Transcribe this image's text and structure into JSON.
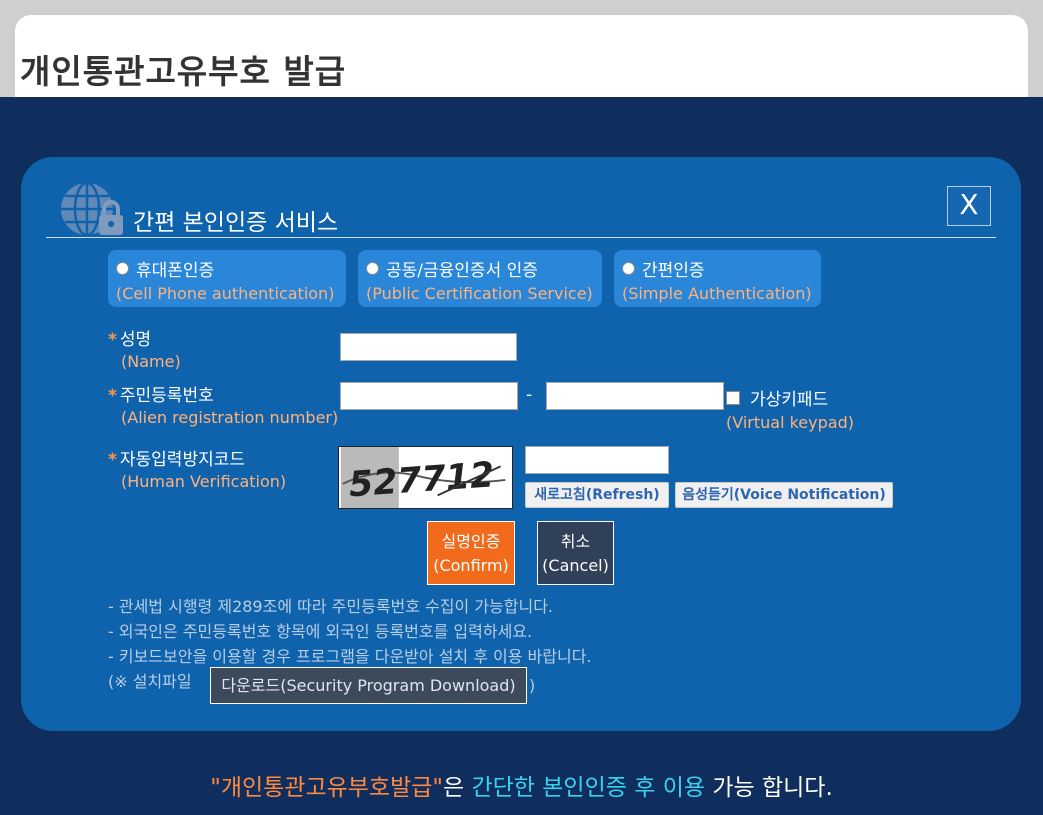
{
  "page": {
    "title": "개인통관고유부호 발급"
  },
  "modal": {
    "title": "간편 본인인증 서비스",
    "close_label": "X",
    "auth_tabs": [
      {
        "label": "휴대폰인증",
        "sublabel": "(Cell Phone authentication)"
      },
      {
        "label": "공동/금융인증서 인증",
        "sublabel": "(Public Certification Service)"
      },
      {
        "label": "간편인증",
        "sublabel": "(Simple Authentication)"
      }
    ],
    "fields": {
      "name": {
        "label": "성명",
        "sublabel": "(Name)",
        "value": ""
      },
      "alien_reg": {
        "label": "주민등록번호",
        "sublabel": "(Alien registration number)",
        "value_front": "",
        "value_back": "",
        "separator": "-"
      },
      "virtual_keypad": {
        "label": "가상키패드",
        "sublabel": "(Virtual keypad)",
        "checked": false
      },
      "captcha": {
        "label": "자동입력방지코드",
        "sublabel": "(Human Verification)",
        "image_text": "527712",
        "value": "",
        "refresh_label": "새로고침(Refresh)",
        "voice_label": "음성듣기(Voice Notification)"
      }
    },
    "required_mark": "*",
    "confirm": {
      "label": "실명인증",
      "sublabel": "(Confirm)"
    },
    "cancel": {
      "label": "취소",
      "sublabel": "(Cancel)"
    },
    "notes": [
      "- 관세법 시행령 제289조에 따라 주민등록번호 수집이 가능합니다.",
      "- 외국인은 주민등록번호 항목에 외국인 등록번호를 입력하세요.",
      "- 키보드보안을 이용할 경우 프로그램을 다운받아 설치 후 이용 바랍니다."
    ],
    "download": {
      "prefix": "(※ 설치파일",
      "button_label": "다운로드(Security Program Download)",
      "suffix": ")"
    }
  },
  "footer": {
    "part1": "\"개인통관고유부호발급\"",
    "part2": "은 ",
    "part3": "간단한 본인인증 후 이용",
    "part4": " 가능 합니다."
  },
  "colors": {
    "modal_bg": "#0f63ad",
    "overlay_bg": "#0f2e5e",
    "accent_orange": "#f26a1b",
    "label_orange": "#ffb27a",
    "footer_cyan": "#39d2f0"
  }
}
